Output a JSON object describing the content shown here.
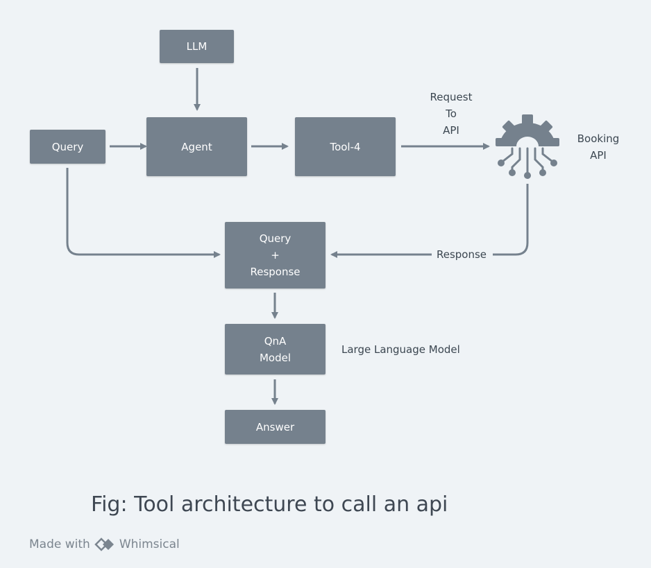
{
  "nodes": {
    "llm": "LLM",
    "query": "Query",
    "agent": "Agent",
    "tool": "Tool-4",
    "query_response": "Query\n+\nResponse",
    "qna_model": "QnA\nModel",
    "answer": "Answer"
  },
  "labels": {
    "request_to_api": "Request\nTo\nAPI",
    "booking_api": "Booking\nAPI",
    "response": "Response",
    "large_language_model": "Large Language Model"
  },
  "icons": {
    "api": "gear-circuit-icon"
  },
  "caption": "Fig: Tool architecture to call an api",
  "footer": {
    "made_with": "Made with",
    "brand": "Whimsical"
  }
}
